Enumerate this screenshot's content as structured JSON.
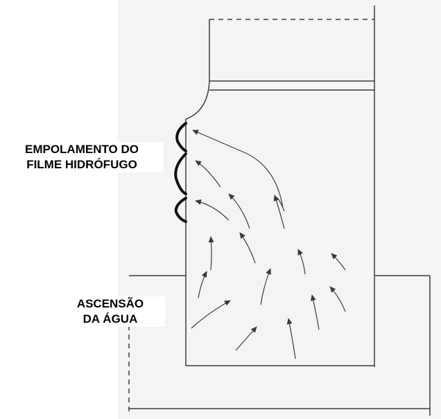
{
  "labels": {
    "blister": {
      "line1": "EMPOLAMENTO DO",
      "line2": "FILME HIDRÓFUGO"
    },
    "rise": {
      "line1": "ASCENSÃO",
      "line2": "DA ÁGUA"
    }
  },
  "colors": {
    "line": "#3a3a3a",
    "blister": "#111111",
    "label_text": "#000000",
    "paper": "#f4f4f2"
  }
}
